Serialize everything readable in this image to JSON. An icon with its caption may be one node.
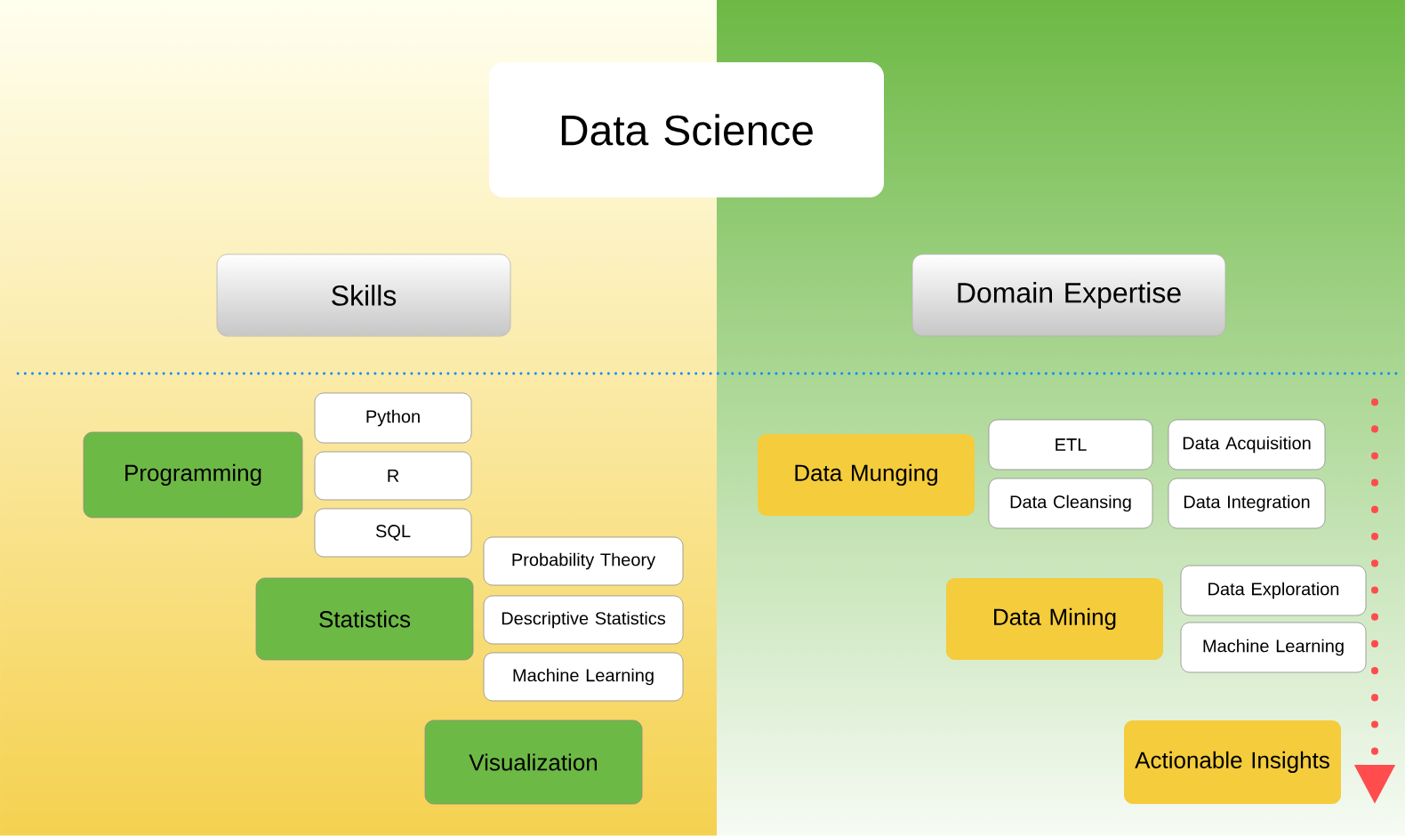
{
  "diagram": {
    "nodes": [
      {
        "text": [
          "Data Science"
        ]
      },
      {
        "text": [
          "Skills"
        ]
      },
      {
        "text": [
          "Domain Expertise"
        ]
      },
      {
        "text": [
          "Programming"
        ]
      },
      {
        "text": [
          "Python"
        ]
      },
      {
        "text": [
          "R"
        ]
      },
      {
        "text": [
          "SQL"
        ]
      },
      {
        "text": [
          "Statistics"
        ]
      },
      {
        "text": [
          "Probability Theory"
        ]
      },
      {
        "text": [
          "Descriptive Statistics"
        ]
      },
      {
        "text": [
          "Machine Learning"
        ]
      },
      {
        "text": [
          "Visualization"
        ]
      },
      {
        "text": [
          "Data Munging"
        ]
      },
      {
        "text": [
          "ETL"
        ]
      },
      {
        "text": [
          "Data Acquisition"
        ]
      },
      {
        "text": [
          "Data Cleansing"
        ]
      },
      {
        "text": [
          "Data Integration"
        ]
      },
      {
        "text": [
          "Data Mining"
        ]
      },
      {
        "text": [
          "Data Exploration"
        ]
      },
      {
        "text": [
          "Machine Learning"
        ]
      },
      {
        "text": [
          "Actionable Insights"
        ]
      }
    ]
  }
}
